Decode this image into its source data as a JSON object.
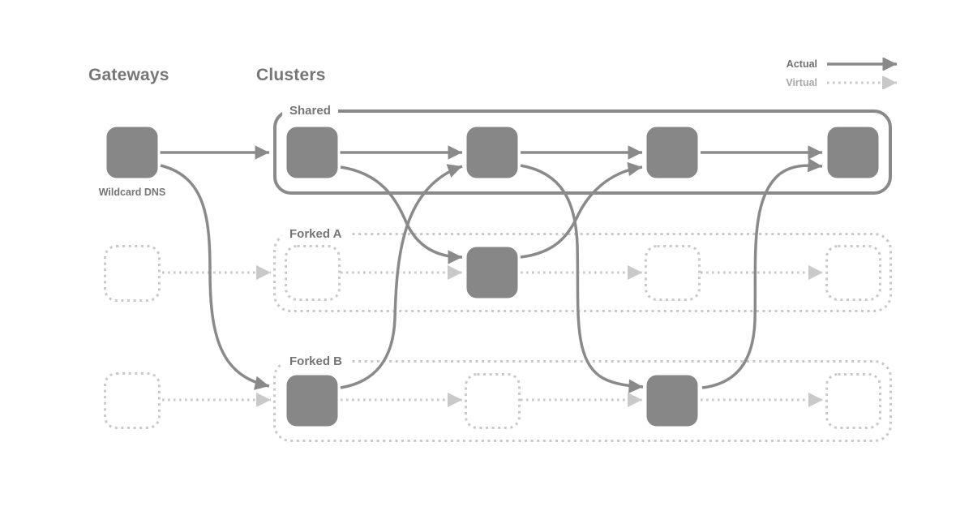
{
  "headings": {
    "left": "Gateways",
    "right": "Clusters"
  },
  "legend": {
    "actual_label": "Actual",
    "virtual_label": "Virtual"
  },
  "gateways": {
    "wildcard_dns": {
      "label": "Wildcard DNS",
      "type": "actual"
    },
    "virtual_gateway_a": {
      "type": "virtual"
    },
    "virtual_gateway_b": {
      "type": "virtual"
    }
  },
  "clusters": [
    {
      "label": "Shared",
      "style": "actual",
      "nodes": [
        "actual",
        "actual",
        "actual",
        "actual"
      ]
    },
    {
      "label": "Forked A",
      "style": "virtual",
      "nodes": [
        "virtual",
        "actual",
        "virtual",
        "virtual"
      ]
    },
    {
      "label": "Forked B",
      "style": "virtual",
      "nodes": [
        "actual",
        "virtual",
        "actual",
        "virtual"
      ]
    }
  ],
  "edges": {
    "actual": [
      {
        "from": "wildcard-dns",
        "to": "shared-1"
      },
      {
        "from": "shared-1",
        "to": "shared-2"
      },
      {
        "from": "shared-2",
        "to": "shared-3"
      },
      {
        "from": "shared-3",
        "to": "shared-4"
      },
      {
        "from": "wildcard-dns",
        "to": "forked-b-1"
      },
      {
        "from": "shared-1",
        "to": "forked-a-2"
      },
      {
        "from": "forked-b-1",
        "to": "shared-2"
      },
      {
        "from": "forked-a-2",
        "to": "shared-3"
      },
      {
        "from": "shared-2",
        "to": "forked-b-3"
      },
      {
        "from": "forked-b-3",
        "to": "shared-4"
      }
    ],
    "virtual": [
      {
        "from": "gateway-a",
        "to": "forked-a-1"
      },
      {
        "from": "forked-a-1",
        "to": "forked-a-2"
      },
      {
        "from": "forked-a-2",
        "to": "forked-a-3"
      },
      {
        "from": "forked-a-3",
        "to": "forked-a-4"
      },
      {
        "from": "gateway-b",
        "to": "forked-b-1"
      },
      {
        "from": "forked-b-1",
        "to": "forked-b-2"
      },
      {
        "from": "forked-b-2",
        "to": "forked-b-3"
      },
      {
        "from": "forked-b-3",
        "to": "forked-b-4"
      }
    ]
  },
  "colors": {
    "actual": "#8a8a8a",
    "virtual": "#c9c9c9",
    "node_fill": "#878787",
    "heading_text": "#767676",
    "label_text": "#757575"
  }
}
